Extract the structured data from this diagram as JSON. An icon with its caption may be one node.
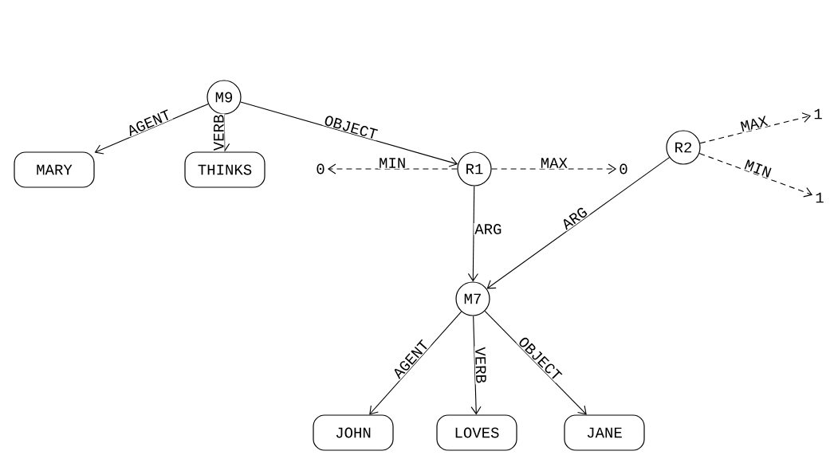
{
  "diagram": {
    "nodes": [
      {
        "text": [
          "M9"
        ]
      },
      {
        "text": [
          "MARY"
        ]
      },
      {
        "text": [
          "THINKS"
        ]
      },
      {
        "text": [
          "R1"
        ]
      },
      {
        "text": [
          "0"
        ]
      },
      {
        "text": [
          "0"
        ]
      },
      {
        "text": [
          "R2"
        ]
      },
      {
        "text": [
          "1"
        ]
      },
      {
        "text": [
          "1"
        ]
      },
      {
        "text": [
          "M7"
        ]
      },
      {
        "text": [
          "JOHN"
        ]
      },
      {
        "text": [
          "LOVES"
        ]
      },
      {
        "text": [
          "JANE"
        ]
      }
    ],
    "edges": [
      {
        "from": 0,
        "to": 1,
        "arrow": "to",
        "label": "AGENT"
      },
      {
        "from": 0,
        "to": 2,
        "arrow": "to",
        "label": "VERB"
      },
      {
        "from": 0,
        "to": 3,
        "arrow": "to",
        "label": "OBJECT"
      },
      {
        "from": 3,
        "to": 4,
        "arrow": "to",
        "label": "MIN",
        "style": "dashed"
      },
      {
        "from": 3,
        "to": 5,
        "arrow": "to",
        "label": "MAX",
        "style": "dashed"
      },
      {
        "from": 6,
        "to": 7,
        "arrow": "to",
        "label": "MAX",
        "style": "dashed"
      },
      {
        "from": 6,
        "to": 8,
        "arrow": "to",
        "label": "MIN",
        "style": "dashed"
      },
      {
        "from": 3,
        "to": 9,
        "arrow": "to",
        "label": "ARG"
      },
      {
        "from": 6,
        "to": 9,
        "arrow": "to",
        "label": "ARG"
      },
      {
        "from": 9,
        "to": 10,
        "arrow": "to",
        "label": "AGENT"
      },
      {
        "from": 9,
        "to": 11,
        "arrow": "to",
        "label": "VERB"
      },
      {
        "from": 9,
        "to": 12,
        "arrow": "to",
        "label": "OBJECT"
      }
    ]
  }
}
